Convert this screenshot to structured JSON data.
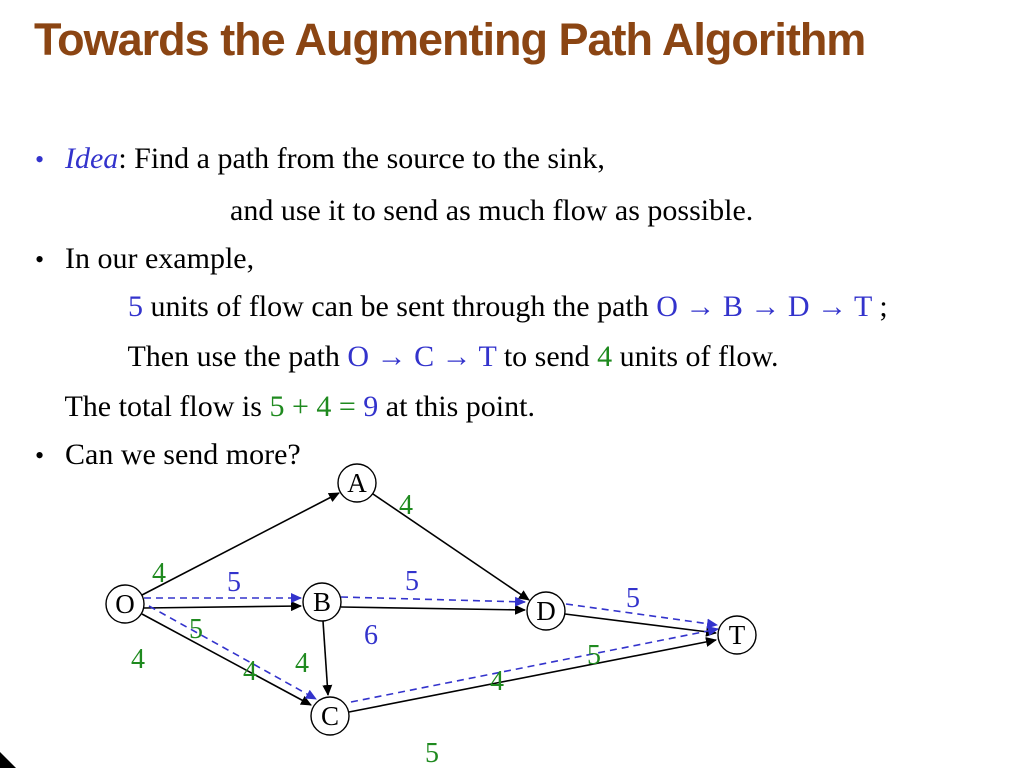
{
  "slide": {
    "title": "Towards the Augmenting Path Algorithm",
    "bullet_glyph": "•",
    "lines": {
      "idea_word": "Idea",
      "idea_rest": ": Find a path from the source to the sink,",
      "idea_cont": "and use it to send as much flow as possible.",
      "example": "In our example,",
      "flow1_num": "5",
      "flow1_mid": " units of flow can be sent through the path ",
      "flow1_path": "O → B → D → T",
      "flow1_end": " ;",
      "flow2_pre": "Then use the path ",
      "flow2_path": "O → C → T",
      "flow2_mid": " to send ",
      "flow2_num": "4",
      "flow2_end": " units of flow.",
      "total_pre": "The total flow is ",
      "total_sum": "5 + 4 = ",
      "total_val": "9",
      "total_end": " at this point.",
      "more": "Can we send more?"
    }
  },
  "colors": {
    "title_brown": "#8B4513",
    "accent_blue": "#3333CC",
    "accent_green": "#1F8A1F"
  },
  "graph": {
    "node_labels": {
      "O": "O",
      "A": "A",
      "B": "B",
      "C": "C",
      "D": "D",
      "T": "T"
    },
    "capacities": {
      "OA": "4",
      "AD": "4",
      "OB": "5",
      "OC": "4",
      "BC": "4",
      "BD": "6",
      "CT": "5",
      "DT": "5"
    },
    "flows": {
      "OB": "5",
      "BD": "5",
      "DT": "5",
      "OC": "4",
      "CT": "4"
    }
  }
}
